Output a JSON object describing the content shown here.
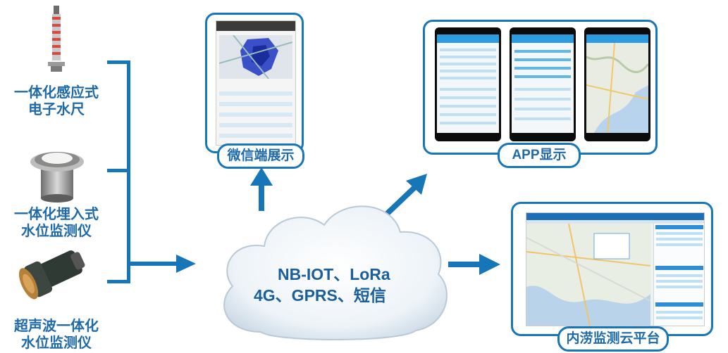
{
  "devices": [
    {
      "label_line1": "一体化感应式",
      "label_line2": "电子水尺",
      "icon": "water-level-gauge-icon"
    },
    {
      "label_line1": "一体化埋入式",
      "label_line2": "水位监测仪",
      "icon": "embedded-sensor-icon"
    },
    {
      "label_line1": "超声波一体化",
      "label_line2": "水位监测仪",
      "icon": "ultrasonic-sensor-icon"
    }
  ],
  "network": {
    "line1": "NB-IOT、LoRa",
    "line2": "4G、GPRS、短信"
  },
  "outputs": {
    "wechat": "微信端展示",
    "app": "APP显示",
    "platform": "内涝监测云平台"
  },
  "colors": {
    "accent": "#1776b8",
    "text": "#1f6aa8",
    "cloud": "#e6eef6"
  }
}
